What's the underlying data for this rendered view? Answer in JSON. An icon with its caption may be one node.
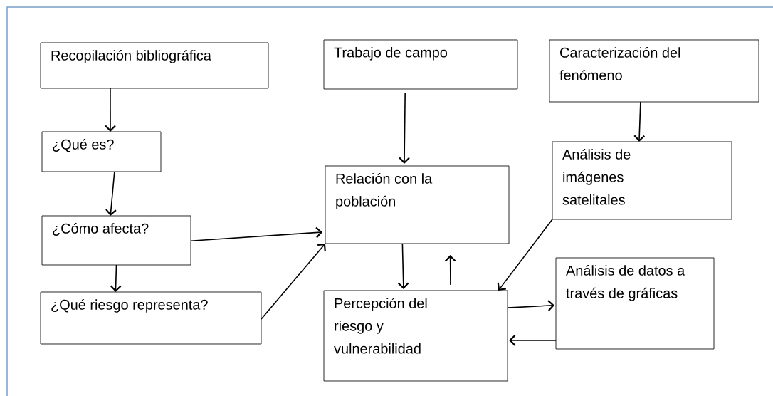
{
  "diagram": {
    "nodes": [
      {
        "text": [
          "Recopilación bibliográfica"
        ]
      },
      {
        "text": [
          "¿Qué es?"
        ]
      },
      {
        "text": [
          "¿Cómo afecta?"
        ]
      },
      {
        "text": [
          "¿Qué riesgo representa?"
        ]
      },
      {
        "text": [
          "Trabajo de campo"
        ]
      },
      {
        "text": [
          "Relación con la población"
        ]
      },
      {
        "text": [
          "Percepción del riesgo y vulnerabilidad"
        ]
      },
      {
        "text": [
          "Caracterización del fenómeno"
        ]
      },
      {
        "text": [
          "Análisis de imágenes satelitales"
        ]
      },
      {
        "text": [
          "Análisis de datos a través de gráficas"
        ]
      }
    ],
    "edges": [
      {
        "from": 0,
        "to": 1,
        "arrow": "to"
      },
      {
        "from": 1,
        "to": 2,
        "arrow": "to"
      },
      {
        "from": 2,
        "to": 3,
        "arrow": "to"
      },
      {
        "from": 2,
        "to": 5,
        "arrow": "to"
      },
      {
        "from": 3,
        "to": 5,
        "arrow": "to"
      },
      {
        "from": 4,
        "to": 5,
        "arrow": "to"
      },
      {
        "from": 5,
        "to": 6,
        "arrow": "to"
      },
      {
        "from": 6,
        "to": 5,
        "arrow": "to"
      },
      {
        "from": 7,
        "to": 8,
        "arrow": "to"
      },
      {
        "from": 8,
        "to": 6,
        "arrow": "to"
      },
      {
        "from": 6,
        "to": 9,
        "arrow": "to"
      },
      {
        "from": 9,
        "to": 6,
        "arrow": "to"
      }
    ]
  }
}
